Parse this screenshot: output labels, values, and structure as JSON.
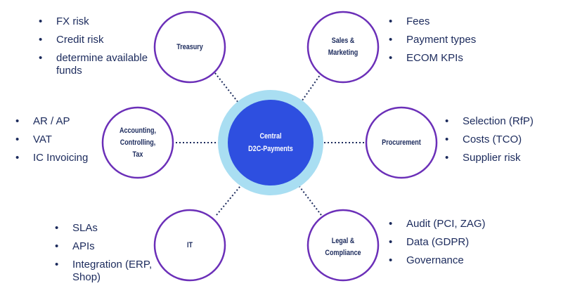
{
  "center": {
    "line1": "Central",
    "line2": "D2C-Payments"
  },
  "nodes": {
    "treasury": {
      "lines": [
        "Treasury"
      ]
    },
    "sales_marketing": {
      "lines": [
        "Sales &",
        "Marketing"
      ]
    },
    "accounting": {
      "lines": [
        "Accounting,",
        "Controlling,",
        "Tax"
      ]
    },
    "procurement": {
      "lines": [
        "Procurement"
      ]
    },
    "it": {
      "lines": [
        "IT"
      ]
    },
    "legal": {
      "lines": [
        "Legal &",
        "Compliance"
      ]
    }
  },
  "bullets": {
    "treasury": [
      "FX risk",
      "Credit risk",
      "determine available funds"
    ],
    "sales_marketing": [
      "Fees",
      "Payment types",
      "ECOM KPIs"
    ],
    "accounting": [
      "AR / AP",
      "VAT",
      "IC Invoicing"
    ],
    "procurement": [
      "Selection (RfP)",
      "Costs (TCO)",
      "Supplier risk"
    ],
    "it": [
      "SLAs",
      "APIs",
      "Integration (ERP, Shop)"
    ],
    "legal": [
      "Audit (PCI, ZAG)",
      "Data (GDPR)",
      "Governance"
    ]
  },
  "colors": {
    "center_fill": "#2e4fe0",
    "center_ring": "#a9def2",
    "node_stroke": "#6b2fb8",
    "text": "#1b2a5c"
  }
}
